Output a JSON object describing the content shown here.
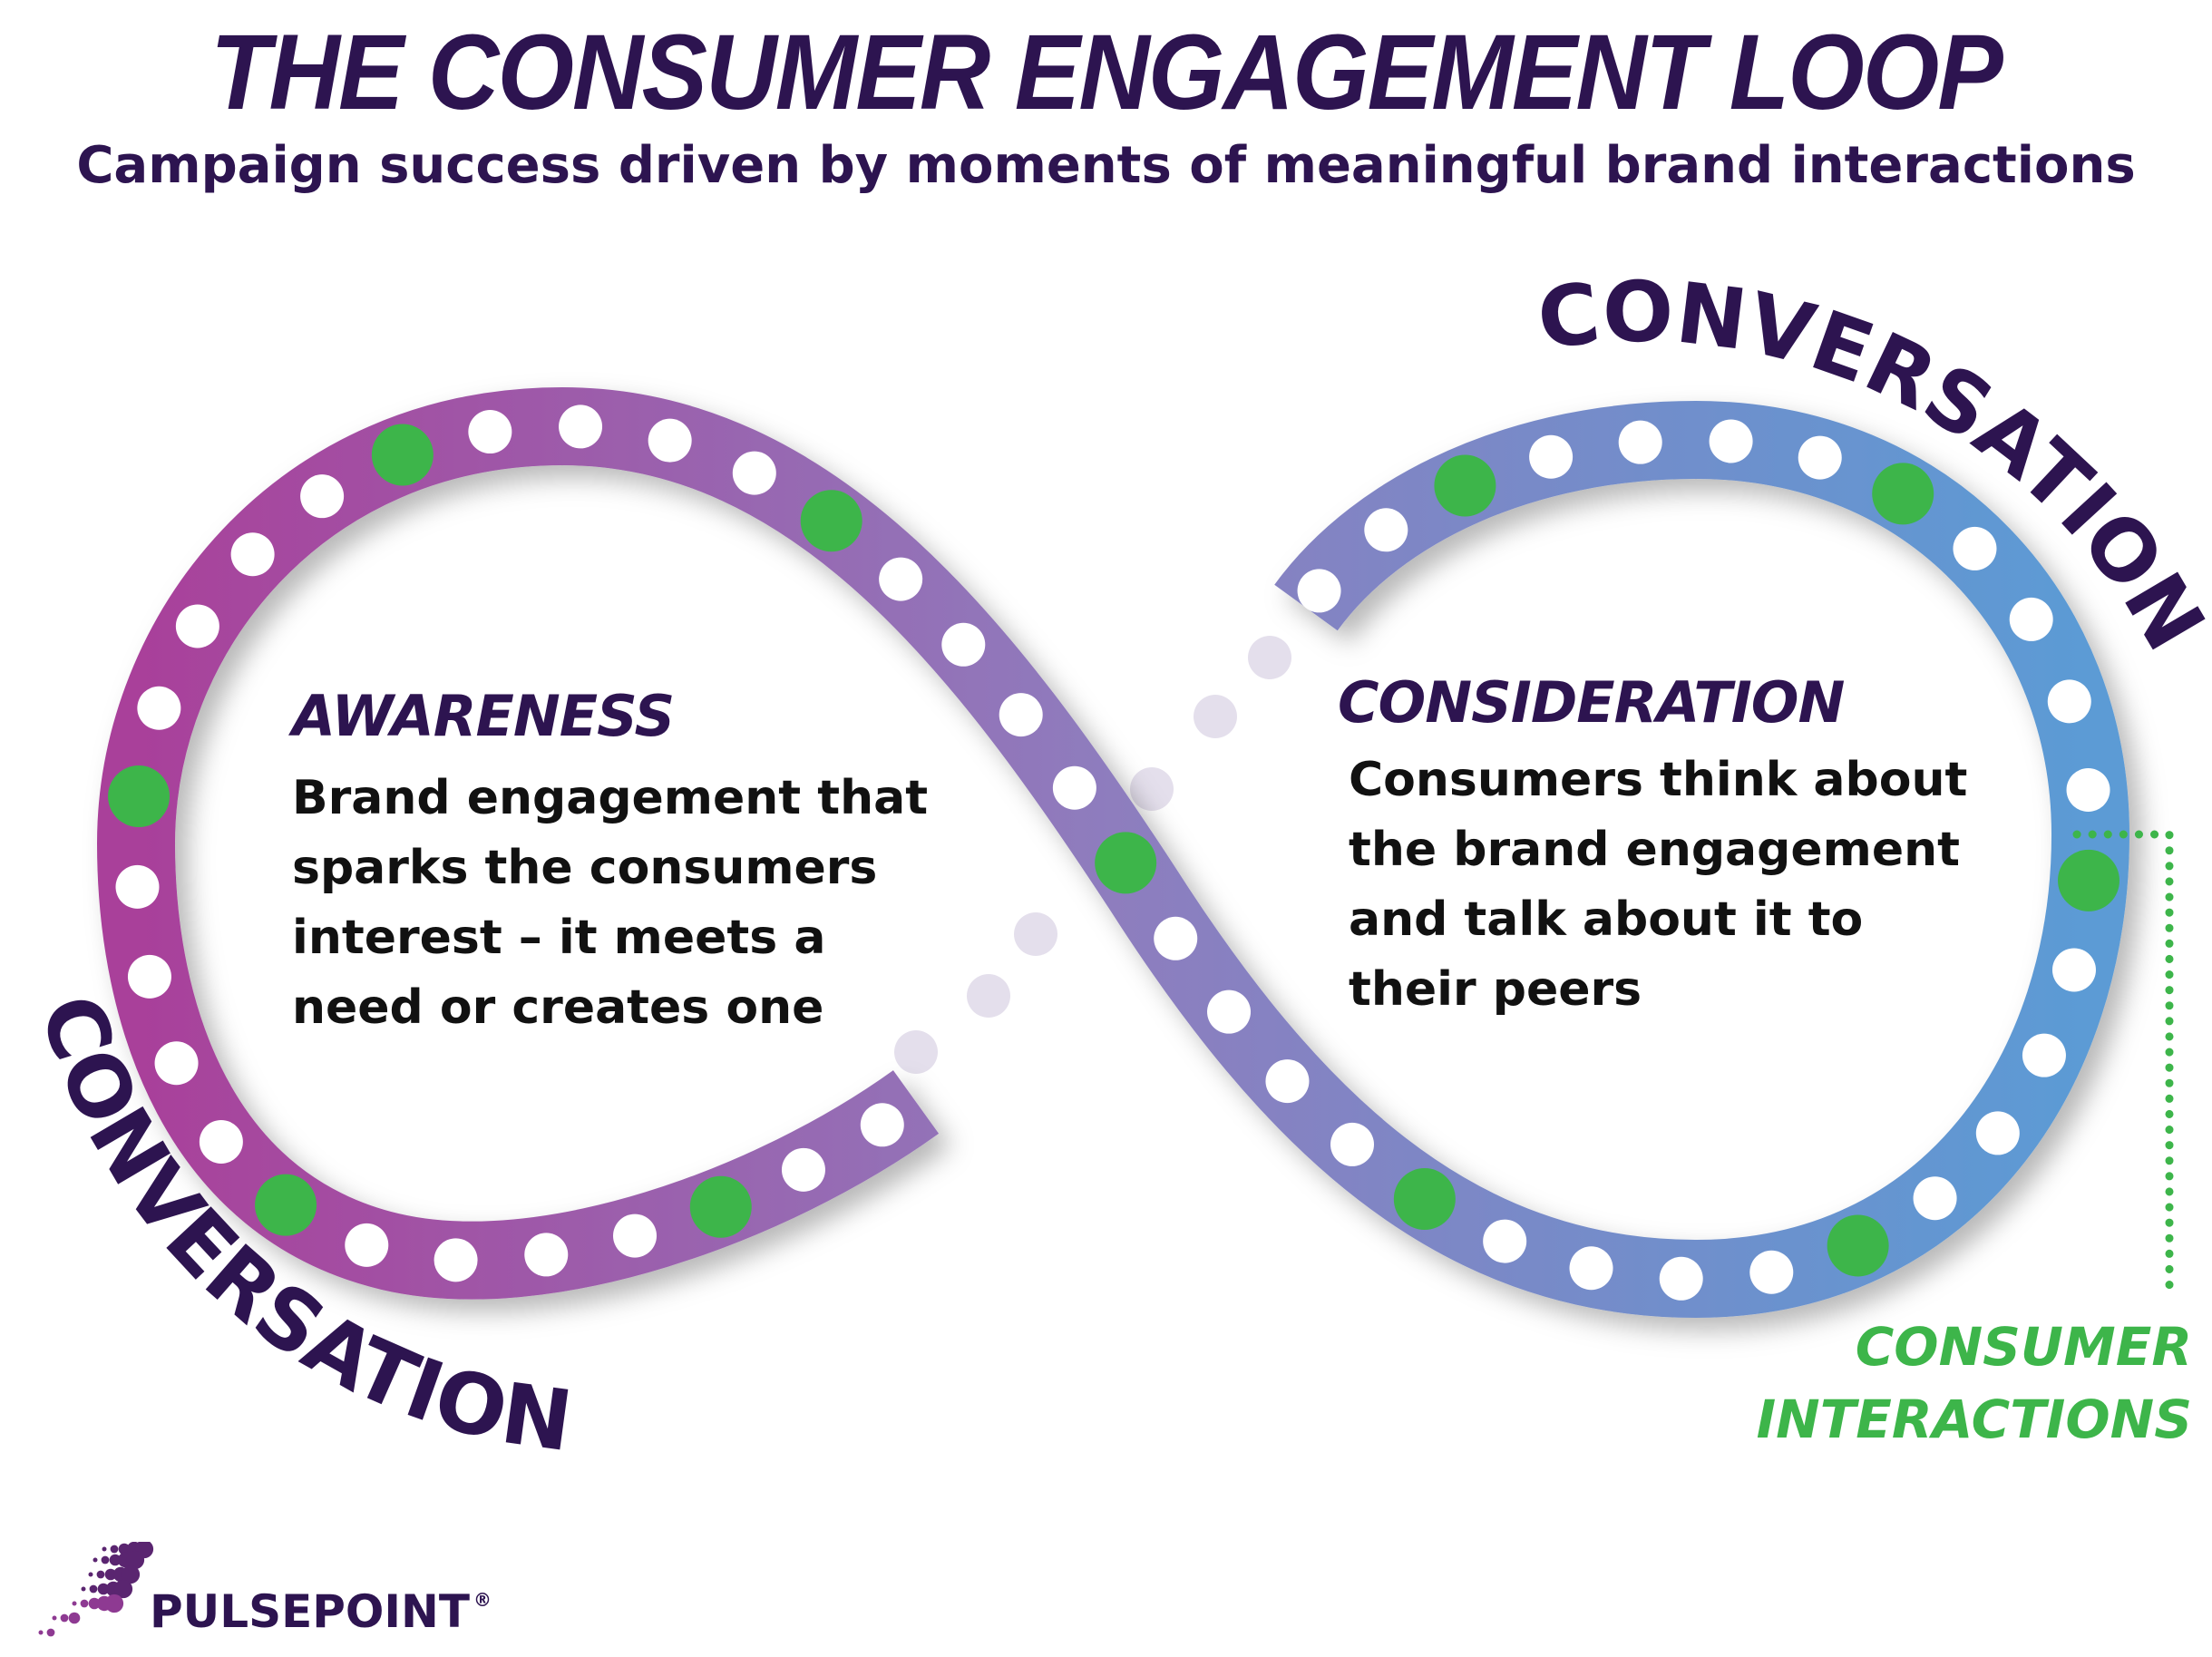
{
  "header": {
    "title": "THE CONSUMER ENGAGEMENT LOOP",
    "subtitle": "Campaign success driven by moments of meaningful brand interactions"
  },
  "stages": [
    {
      "title": "AWARENESS",
      "lines": [
        "Brand engagement that",
        "sparks the consumers",
        "interest – it meets a",
        "need or creates one"
      ]
    },
    {
      "title": "CONSIDERATION",
      "lines": [
        "Consumers think about",
        "the brand engagement",
        "and talk about it to",
        "their peers"
      ]
    }
  ],
  "arc_labels": {
    "top_right": "CONVERSATION",
    "bottom_left": "CONVERSATION"
  },
  "callout": {
    "line1": "CONSUMER",
    "line2": "INTERACTIONS"
  },
  "logo": {
    "name": "PULSEPOINT",
    "mark": "®",
    "icon": "dot-burst-icon"
  },
  "colors": {
    "title": "#2d1450",
    "loop_left": "#a9409a",
    "loop_mid": "#8e7dbe",
    "loop_right": "#5b9bd5",
    "interaction_dot": "#3db54a",
    "dot": "#ffffff",
    "ghost_dot": "#e4dfec"
  }
}
